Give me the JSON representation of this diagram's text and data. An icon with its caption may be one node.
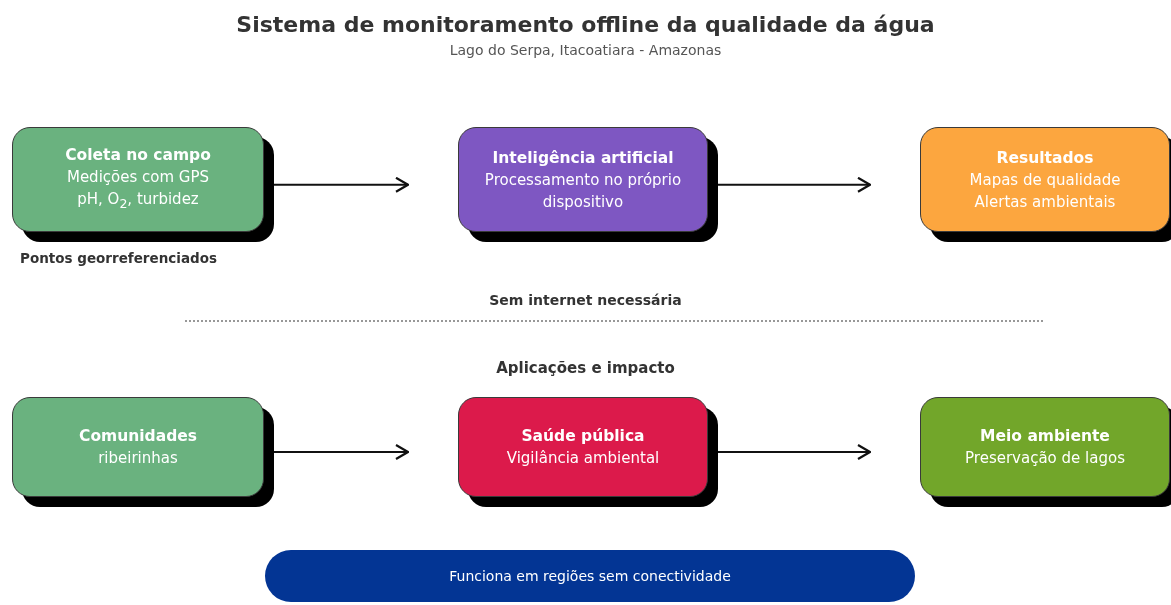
{
  "diagram": {
    "title": "Sistema de monitoramento offline da qualidade da água",
    "nodes": [
      {
        "text": [
          "Coleta no campo",
          "Medições com GPS",
          "pH, O$_{2}$, turbidez"
        ],
        "beside": [
          "Pontos georreferenciados"
        ]
      },
      {
        "text": [
          "Inteligência artificial",
          "Processamento no próprio dispositivo"
        ]
      },
      {
        "text": [
          "Resultados",
          "Mapas de qualidade",
          "Alertas ambientais"
        ]
      },
      {
        "text": [
          "Comunidades",
          "ribeirinhas"
        ]
      },
      {
        "text": [
          "Saúde pública",
          "Vigilância ambiental"
        ]
      },
      {
        "text": [
          "Meio ambiente",
          "Preservação de lagos"
        ]
      },
      {
        "text": [
          "Funciona em regiões sem conectividade"
        ]
      }
    ],
    "edges": [
      {
        "from": 0,
        "to": 1,
        "arrow": "to"
      },
      {
        "from": 1,
        "to": 2,
        "arrow": "to"
      },
      {
        "from": 3,
        "to": 4,
        "arrow": "to"
      },
      {
        "from": 4,
        "to": 5,
        "arrow": "to"
      }
    ],
    "labels": [
      "Lago do Serpa, Itacoatiara - Amazonas",
      "Sem internet necessária",
      "Aplicações e impacto"
    ]
  }
}
